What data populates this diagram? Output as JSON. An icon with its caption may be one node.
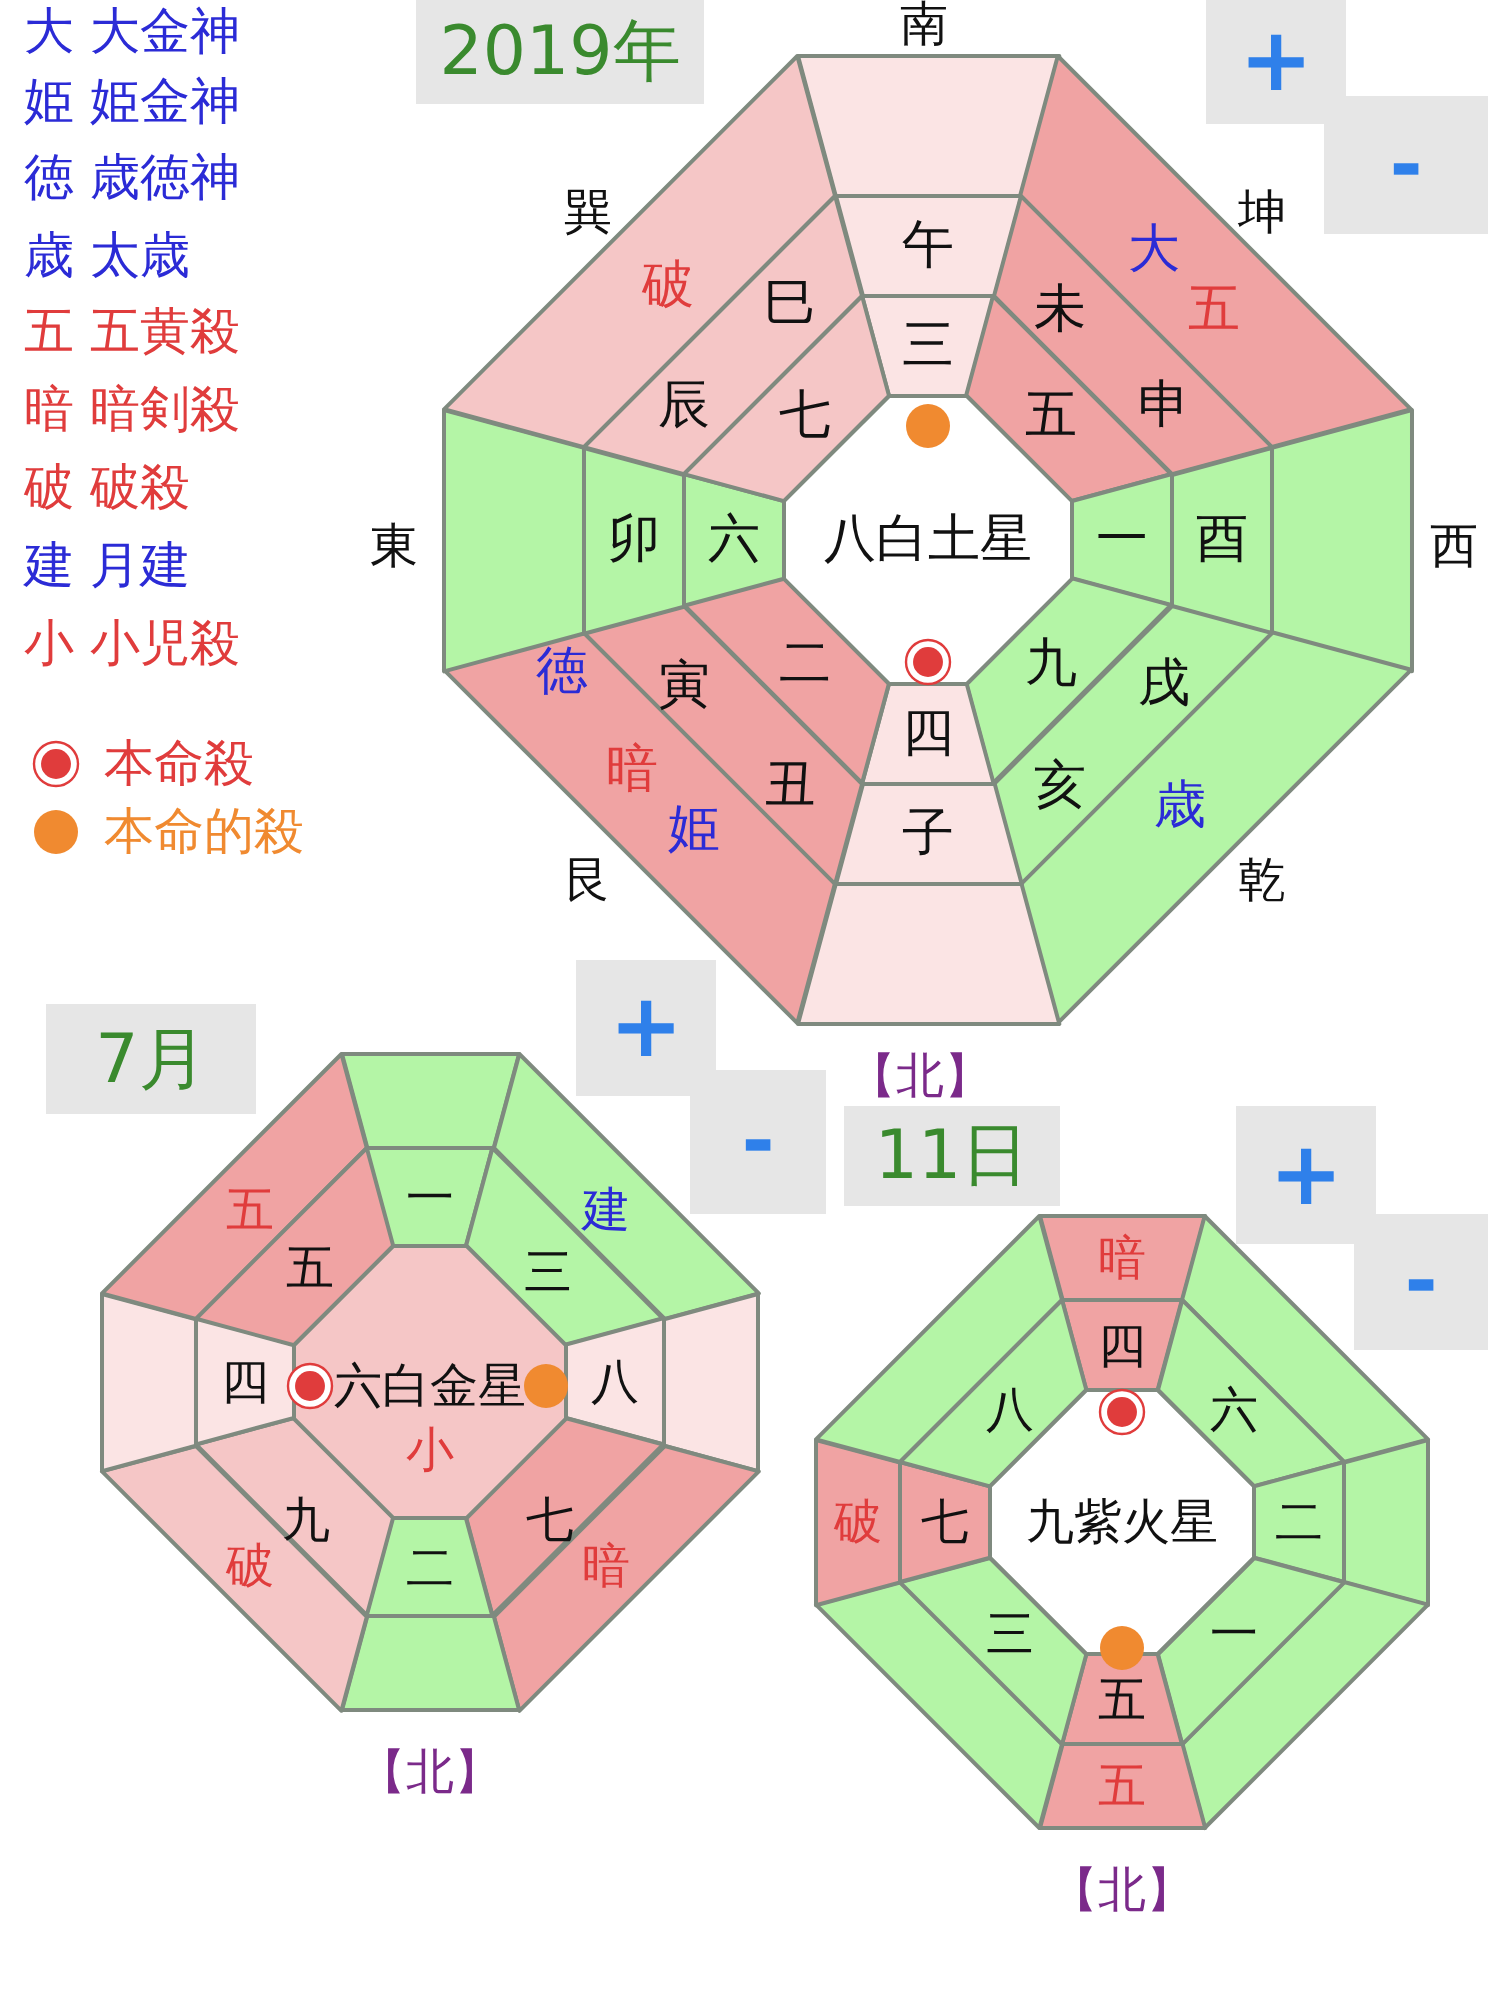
{
  "diagram": {
    "nodes": [
      {
        "text": [],
        "shape": "trapezoid"
      },
      {
        "text": [
          "午"
        ]
      },
      {
        "text": [
          "三"
        ]
      },
      {
        "text": [
          "大",
          "五"
        ]
      },
      {
        "text": [
          "未",
          "申"
        ]
      },
      {
        "text": [
          "五"
        ]
      },
      {
        "text": [],
        "shape": "trapezoid"
      },
      {
        "text": [
          "酉"
        ]
      },
      {
        "text": [
          "一"
        ]
      },
      {
        "text": [
          "歳"
        ]
      },
      {
        "text": [
          "戌",
          "亥"
        ]
      },
      {
        "text": [
          "九"
        ]
      },
      {
        "text": [],
        "shape": "trapezoid"
      },
      {
        "text": [
          "子"
        ]
      },
      {
        "text": [
          "四"
        ]
      },
      {
        "text": [
          "徳",
          "暗",
          "姫"
        ]
      },
      {
        "text": [
          "寅",
          "丑"
        ]
      },
      {
        "text": [
          "二"
        ]
      },
      {
        "text": [],
        "shape": "trapezoid"
      },
      {
        "text": [
          "卯"
        ]
      },
      {
        "text": [
          "六"
        ]
      },
      {
        "text": [
          "破"
        ]
      },
      {
        "text": [
          "巳",
          "辰"
        ]
      },
      {
        "text": [
          "七"
        ]
      },
      {
        "text": [
          "八白土星"
        ]
      },
      {
        "text": [],
        "shape": "trapezoid"
      },
      {
        "text": [
          "一"
        ]
      },
      {
        "text": [
          "建"
        ]
      },
      {
        "text": [
          "三"
        ]
      },
      {
        "text": [],
        "shape": "trapezoid"
      },
      {
        "text": [
          "八"
        ]
      },
      {
        "text": [
          "暗"
        ]
      },
      {
        "text": [
          "七"
        ]
      },
      {
        "text": [],
        "shape": "trapezoid"
      },
      {
        "text": [
          "二"
        ]
      },
      {
        "text": [
          "破"
        ]
      },
      {
        "text": [
          "九"
        ]
      },
      {
        "text": [],
        "shape": "trapezoid"
      },
      {
        "text": [
          "四"
        ]
      },
      {
        "text": [
          "五"
        ]
      },
      {
        "text": [
          "五"
        ]
      },
      {
        "text": [
          "六白金星",
          "小"
        ]
      },
      {
        "text": [
          "暗"
        ]
      },
      {
        "text": [
          "四"
        ]
      },
      {
        "text": [],
        "shape": "trapezoid"
      },
      {
        "text": [
          "六"
        ]
      },
      {
        "text": [],
        "shape": "trapezoid"
      },
      {
        "text": [
          "二"
        ]
      },
      {
        "text": [],
        "shape": "trapezoid"
      },
      {
        "text": [
          "一"
        ]
      },
      {
        "text": [
          "五"
        ]
      },
      {
        "text": [
          "五"
        ]
      },
      {
        "text": [],
        "shape": "trapezoid"
      },
      {
        "text": [
          "三"
        ]
      },
      {
        "text": [
          "破"
        ]
      },
      {
        "text": [
          "七"
        ]
      },
      {
        "text": [],
        "shape": "trapezoid"
      },
      {
        "text": [
          "八"
        ]
      },
      {
        "text": [
          "九紫火星"
        ]
      }
    ],
    "labels": [
      "大 大金神",
      "姫 姫金神",
      "徳 歳徳神",
      "歳 太歳",
      "五 五黄殺",
      "暗 暗剣殺",
      "破 破殺",
      "建 月建",
      "小 小児殺",
      "2019年",
      "南",
      "+",
      "-",
      "巽",
      "坤",
      "東",
      "西",
      "艮",
      "乾",
      "【北】",
      "7月",
      "+",
      "-",
      "11日",
      "+",
      "-",
      "【北】",
      "【北】"
    ],
    "legend": [
      {
        "text": "本命殺"
      },
      {
        "text": "本命的殺",
        "color": "#f08a30"
      }
    ]
  }
}
